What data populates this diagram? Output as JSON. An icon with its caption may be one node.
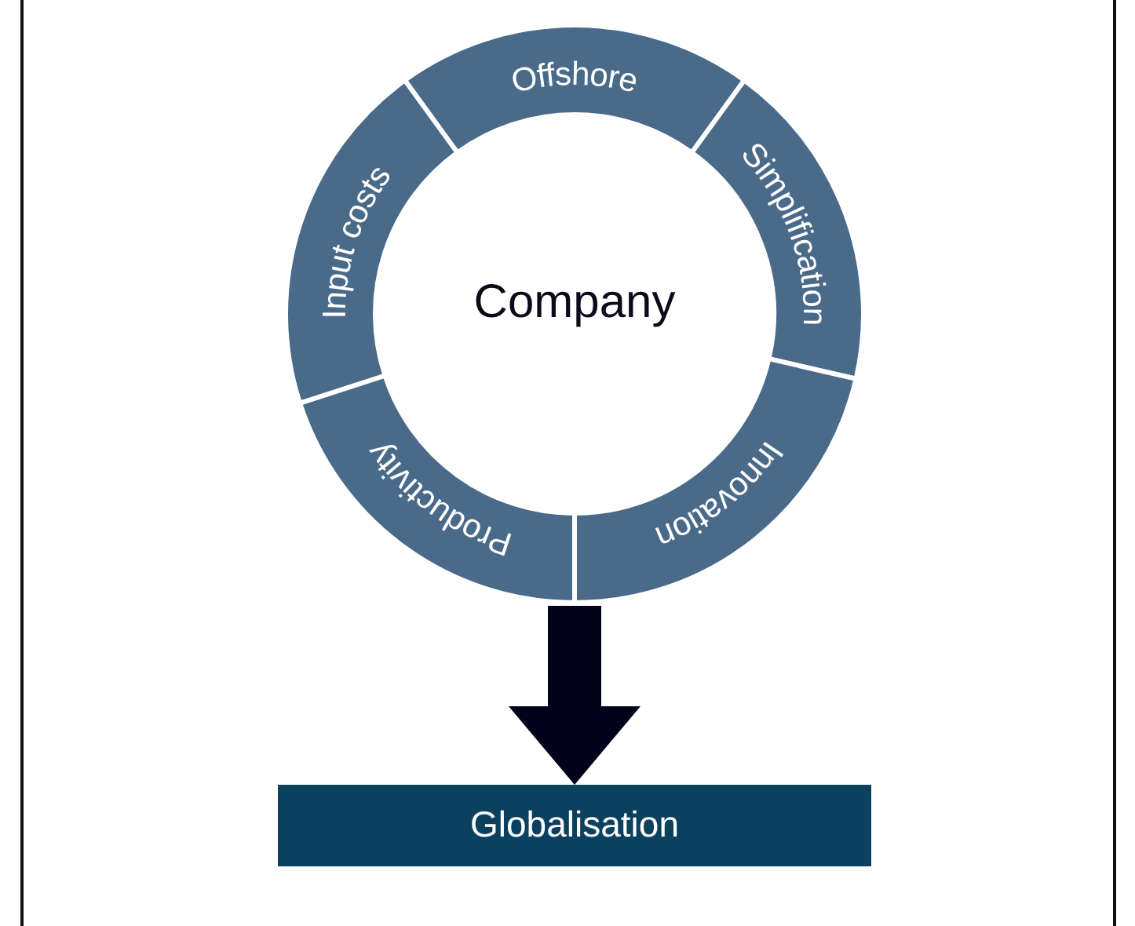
{
  "diagram": {
    "nodes": [
      {
        "text": [
          "Company"
        ]
      },
      {
        "text": [
          "Offshore"
        ],
        "in": 0
      },
      {
        "text": [
          "Simplification"
        ],
        "in": 0
      },
      {
        "text": [
          "Innovation"
        ],
        "in": 0
      },
      {
        "text": [
          "Productivity"
        ],
        "in": 0
      },
      {
        "text": [
          "Input costs"
        ],
        "in": 0
      },
      {
        "text": [
          "Globalisation"
        ]
      }
    ],
    "edges": [
      {
        "from": 0,
        "to": 6,
        "arrow": "to"
      }
    ]
  }
}
